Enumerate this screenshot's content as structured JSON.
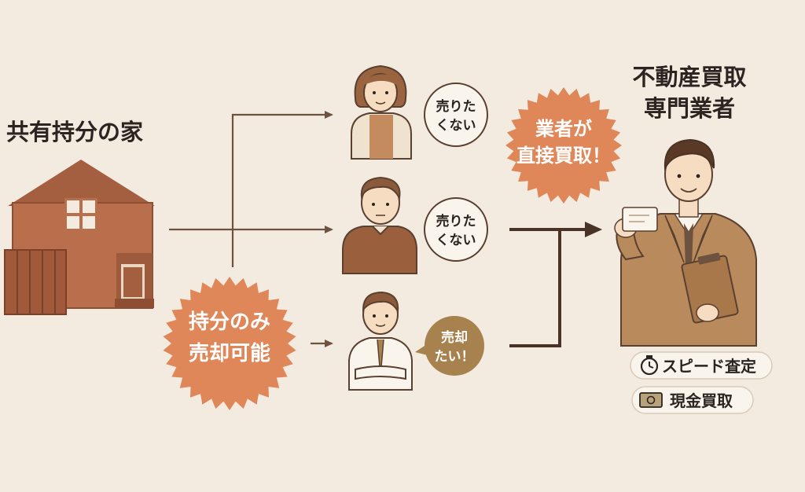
{
  "house": {
    "title": "共有持分の家"
  },
  "buyer": {
    "title_line1": "不動産買取",
    "title_line2": "専門業者"
  },
  "bursts": {
    "share_only": {
      "line1": "持分のみ",
      "line2": "売却可能"
    },
    "direct_buy": {
      "line1": "業者が",
      "line2": "直接買取！"
    }
  },
  "owners": [
    {
      "bubble_line1": "売りた",
      "bubble_line2": "くない"
    },
    {
      "bubble_line1": "売りた",
      "bubble_line2": "くない"
    },
    {
      "bubble_line1": "売却",
      "bubble_line2": "たい！"
    }
  ],
  "tags": [
    {
      "label": "スピード査定",
      "icon": "stopwatch-icon"
    },
    {
      "label": "現金買取",
      "icon": "banknote-icon"
    }
  ],
  "colors": {
    "background": "#f3ebe0",
    "burst": "#e0875a",
    "house": "#b96e4c",
    "arrow": "#6e5240",
    "ink": "#2b2420",
    "suit": "#b98a5c",
    "bubble_sell": "#a8824e"
  }
}
